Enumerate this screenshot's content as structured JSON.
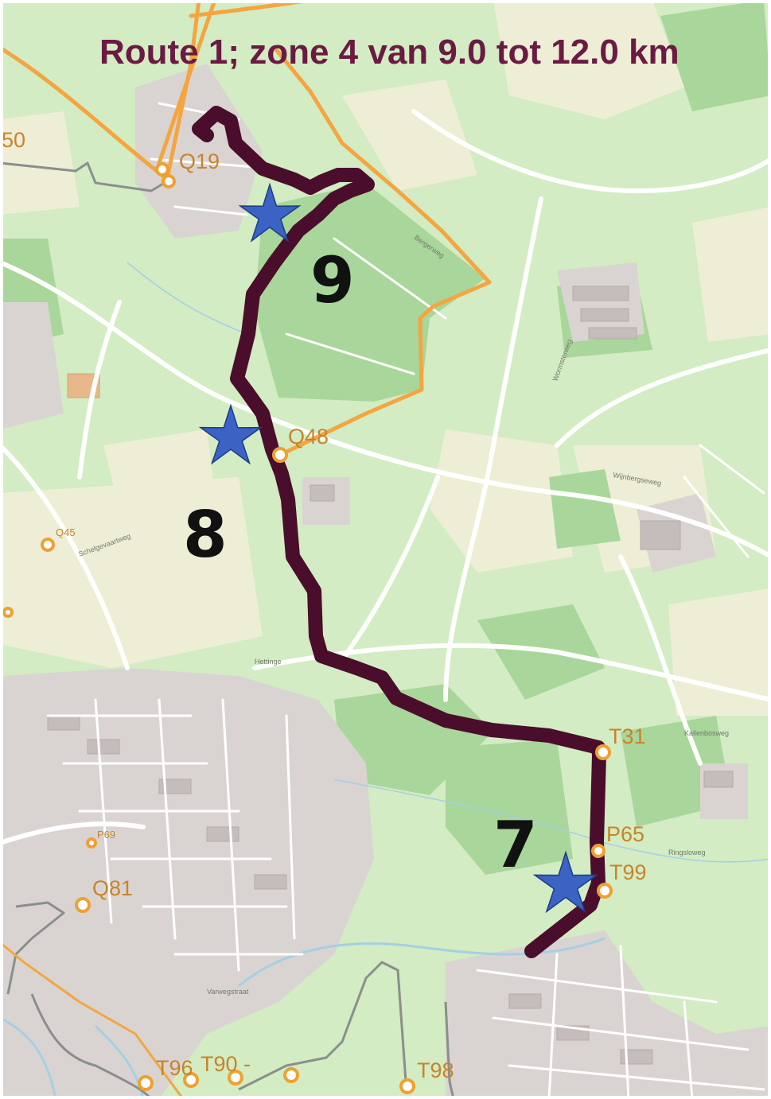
{
  "title": "Route 1; zone 4 van 9.0 tot 12.0 km",
  "colors": {
    "route": "#4a0d2c",
    "title": "#6b1a44",
    "node": "#f0a030",
    "star": "#3a63c4",
    "meadow": "#d3ecc3",
    "forest": "#a9d69a",
    "field": "#eeeed6",
    "urban": "#d9d4d2",
    "road": "#ffffff",
    "water": "#a6cfe4"
  },
  "km_markers": [
    {
      "label": "7"
    },
    {
      "label": "8"
    },
    {
      "label": "9"
    }
  ],
  "nodes": [
    {
      "id": "Q19",
      "label": "Q19"
    },
    {
      "id": "Q48",
      "label": "Q48"
    },
    {
      "id": "T31",
      "label": "T31"
    },
    {
      "id": "P65",
      "label": "P65"
    },
    {
      "id": "T99",
      "label": "T99"
    },
    {
      "id": "Q81",
      "label": "Q81"
    },
    {
      "id": "T96",
      "label": "T96"
    },
    {
      "id": "T90",
      "label": "T90 -"
    },
    {
      "id": "T98",
      "label": "T98"
    },
    {
      "id": "Q45",
      "label": "Q45"
    },
    {
      "id": "P69",
      "label": "P69"
    },
    {
      "id": "edge",
      "label": "50"
    }
  ],
  "stars": [
    {
      "name": "star-north"
    },
    {
      "name": "star-middle"
    },
    {
      "name": "star-south"
    }
  ]
}
